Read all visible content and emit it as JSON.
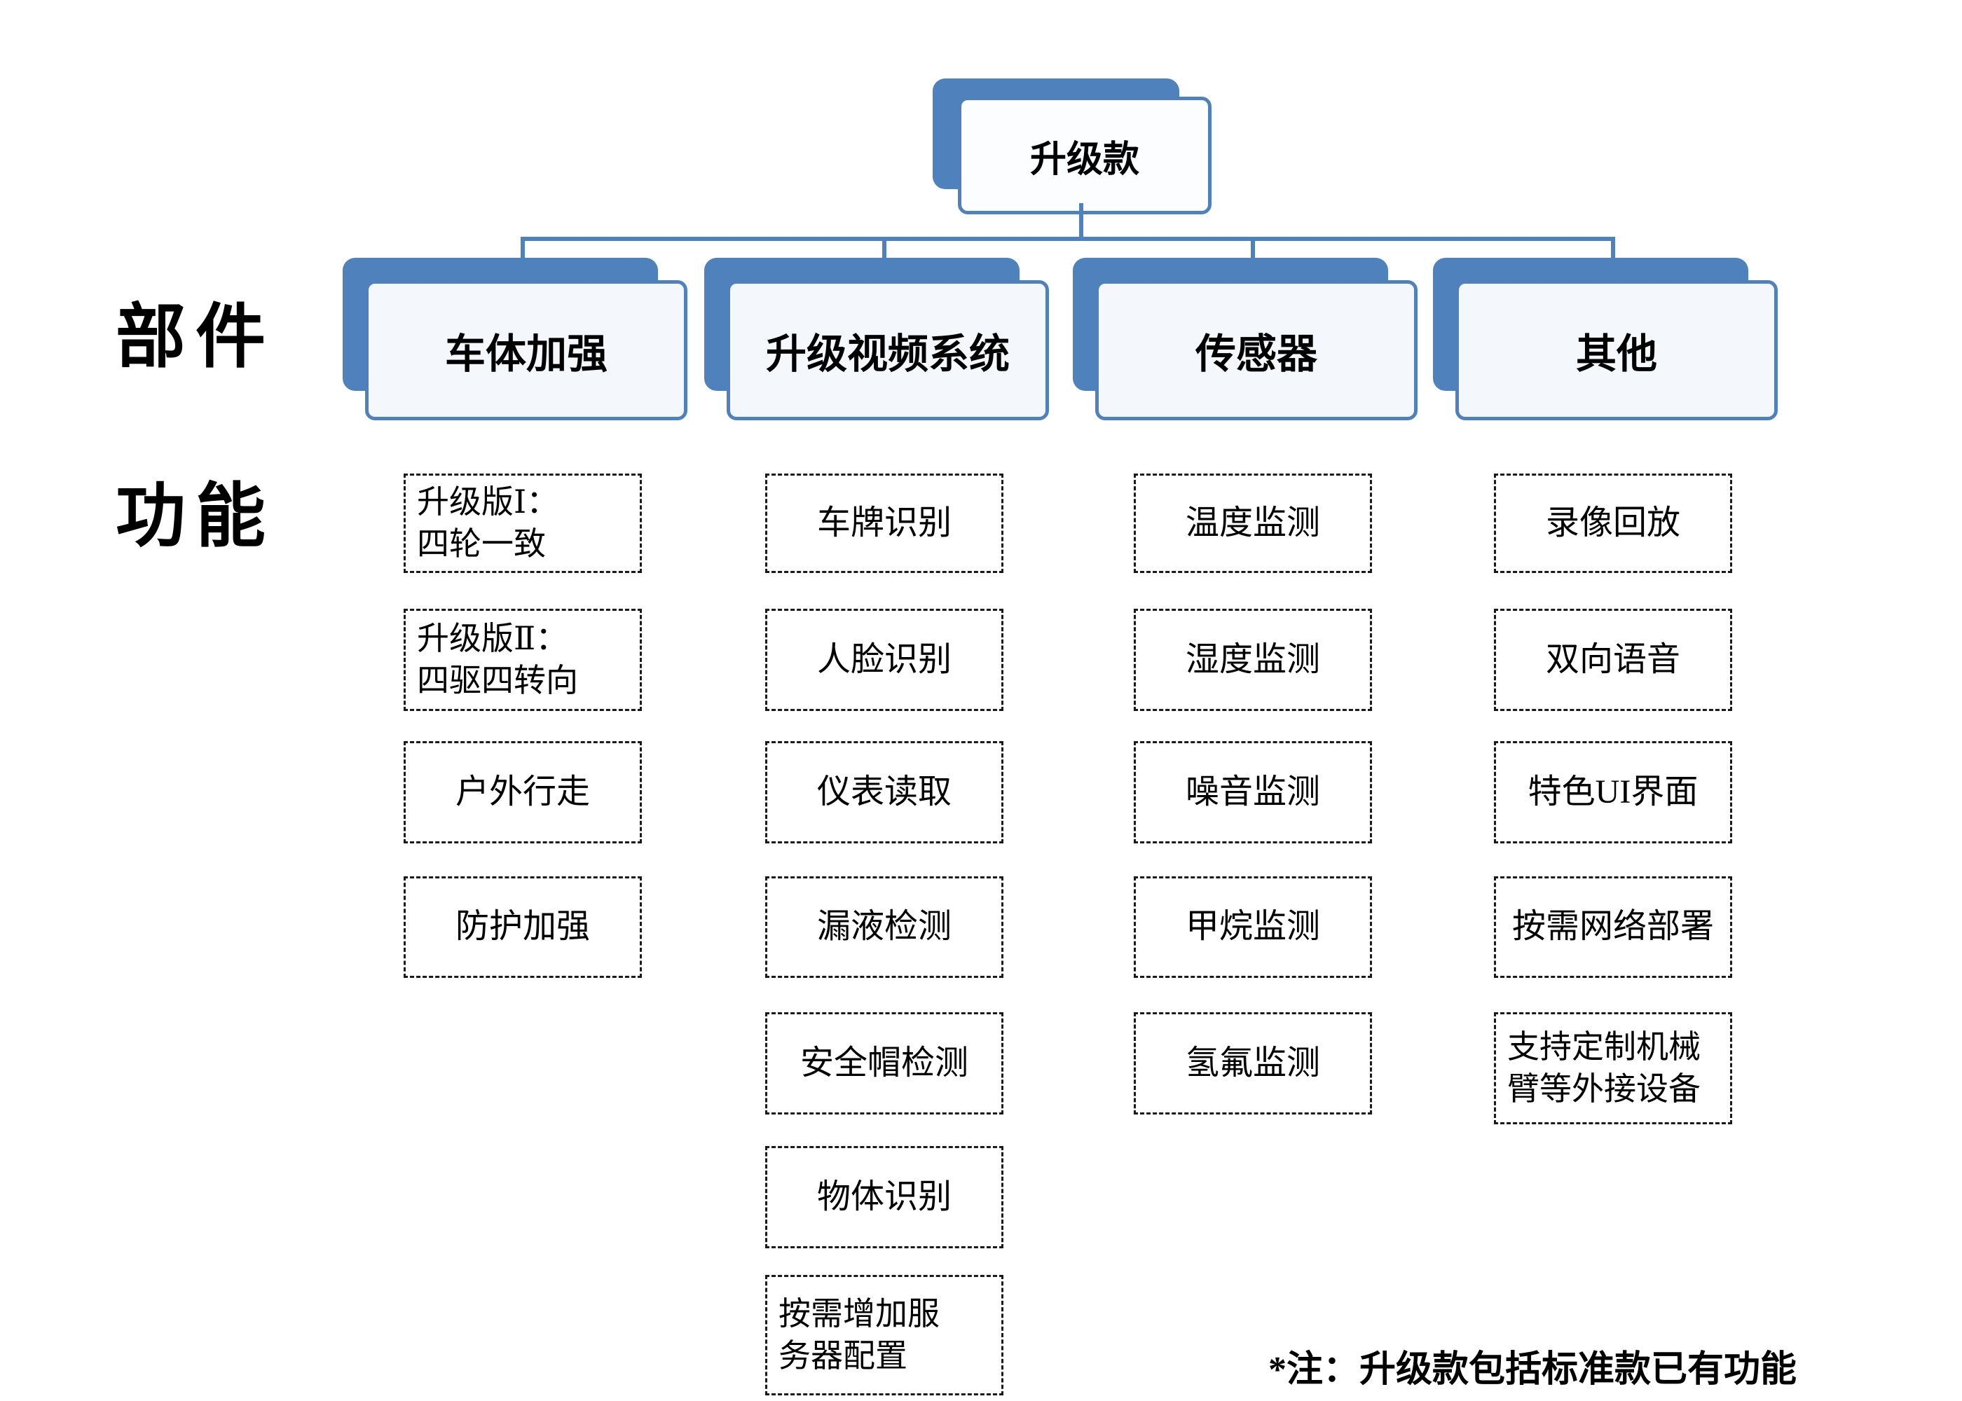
{
  "colors": {
    "accent_blue": "#4f81bd",
    "node_fill": "#f4f8fc",
    "dashed_border": "#1a1a1a",
    "background": "#ffffff",
    "text": "#000000"
  },
  "root": {
    "label": "升级款"
  },
  "axis_labels": {
    "components": "部件",
    "functions": "功能"
  },
  "branches": [
    {
      "label": "车体加强",
      "items": [
        "升级版Ⅰ：\n四轮一致",
        "升级版Ⅱ：\n四驱四转向",
        "户外行走",
        "防护加强"
      ]
    },
    {
      "label": "升级视频系统",
      "items": [
        "车牌识别",
        "人脸识别",
        "仪表读取",
        "漏液检测",
        "安全帽检测",
        "物体识别",
        "按需增加服\n务器配置"
      ]
    },
    {
      "label": "传感器",
      "items": [
        "温度监测",
        "湿度监测",
        "噪音监测",
        "甲烷监测",
        "氢氟监测"
      ]
    },
    {
      "label": "其他",
      "items": [
        "录像回放",
        "双向语音",
        "特色UI界面",
        "按需网络部署",
        "支持定制机械\n臂等外接设备"
      ]
    }
  ],
  "note": "*注：升级款包括标准款已有功能"
}
